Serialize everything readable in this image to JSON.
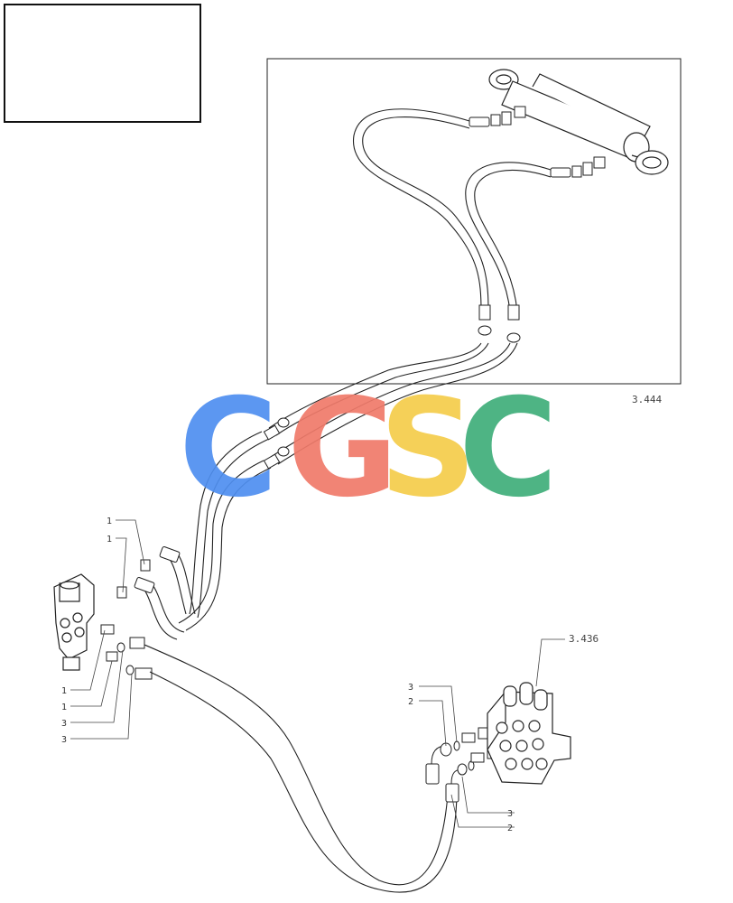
{
  "references": {
    "inset_ref": "3.444",
    "valve_ref": "3.436"
  },
  "callouts": {
    "left_top_a": "1",
    "left_top_b": "1",
    "left_bottom_a": "1",
    "left_bottom_b": "1",
    "left_bottom_c": "3",
    "left_bottom_d": "3",
    "right_top_a": "3",
    "right_top_b": "2",
    "right_bottom_a": "3",
    "right_bottom_b": "2"
  },
  "watermark": {
    "letters": [
      "C",
      "G",
      "S",
      "C"
    ],
    "colors": [
      "#4f8ff0",
      "#f07a6a",
      "#f5cd4a",
      "#3fae7a"
    ]
  }
}
